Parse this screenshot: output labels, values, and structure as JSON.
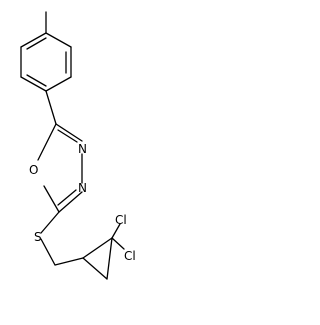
{
  "molecule": {
    "atoms": {
      "oxygen": "O",
      "nitrogen_upper": "N",
      "nitrogen_lower": "N",
      "sulfur": "S",
      "chlorine_upper": "Cl",
      "chlorine_lower": "Cl"
    }
  }
}
